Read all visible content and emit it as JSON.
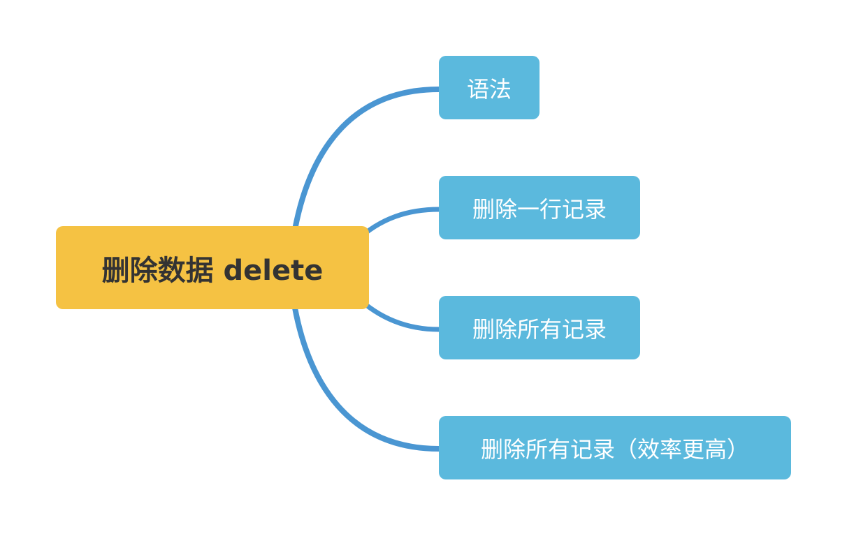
{
  "root": {
    "label": "删除数据 delete"
  },
  "children": [
    {
      "label": "语法"
    },
    {
      "label": "删除一行记录"
    },
    {
      "label": "删除所有记录"
    },
    {
      "label": "删除所有记录（效率更高）"
    }
  ],
  "colors": {
    "root": "#F5C243",
    "child": "#5BB9DD",
    "link": "#4A96D2"
  }
}
